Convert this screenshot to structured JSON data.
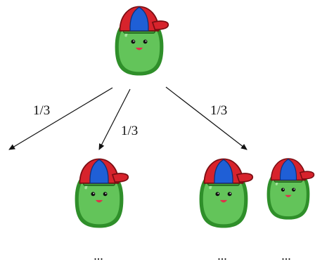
{
  "labels": {
    "left": "1/3",
    "middle": "1/3",
    "right": "1/3"
  },
  "ellipses": [
    "...",
    "...",
    "..."
  ],
  "colors": {
    "body": "#63c45a",
    "body_dark": "#2f8f2a",
    "cap_red": "#d7232c",
    "cap_blue": "#1f5fd6"
  }
}
